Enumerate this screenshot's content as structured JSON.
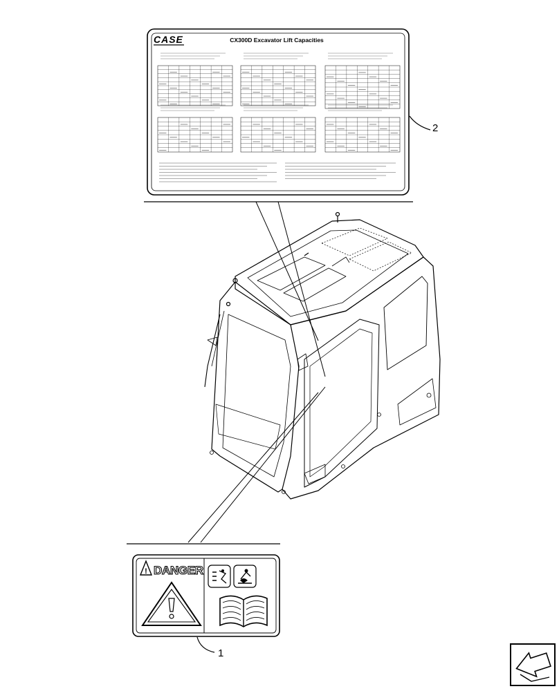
{
  "decal_2": {
    "brand": "CASE",
    "title": "CX300D Excavator Lift Capacities"
  },
  "decal_1": {
    "heading": "DANGER"
  },
  "callouts": [
    {
      "id": "callout-2",
      "label": "2"
    },
    {
      "id": "callout-1",
      "label": "1"
    }
  ],
  "icons": {
    "warning": "warning-triangle-icon",
    "manual": "open-manual-icon",
    "nav": "next-page-arrow-icon"
  }
}
